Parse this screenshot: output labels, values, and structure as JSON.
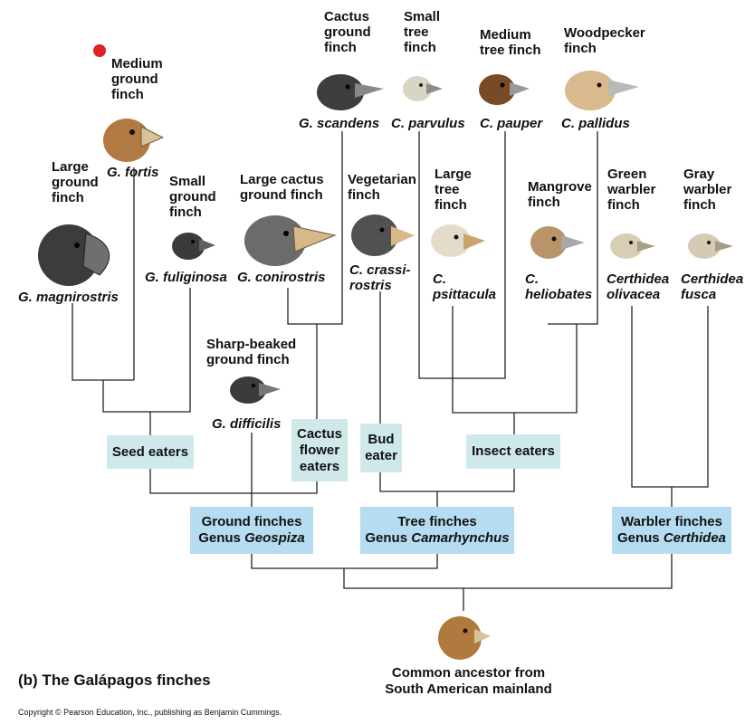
{
  "caption": "(b) The Galápagos finches",
  "copyright": "Copyright © Pearson Education, Inc., publishing as Benjamin Cummings.",
  "ancestor": {
    "line1": "Common ancestor from",
    "line2": "South American mainland"
  },
  "species": {
    "medium_ground": {
      "name": [
        "Medium",
        "ground",
        "finch"
      ],
      "sci": "G. fortis"
    },
    "large_ground": {
      "name": [
        "Large",
        "ground",
        "finch"
      ],
      "sci": "G. magnirostris"
    },
    "small_ground": {
      "name": [
        "Small",
        "ground",
        "finch"
      ],
      "sci": "G. fuliginosa"
    },
    "large_cactus": {
      "name": [
        "Large cactus",
        "ground finch"
      ],
      "sci": "G. conirostris"
    },
    "cactus_ground": {
      "name": [
        "Cactus",
        "ground",
        "finch"
      ],
      "sci": "G. scandens"
    },
    "sharp_beaked": {
      "name": [
        "Sharp-beaked",
        "ground finch"
      ],
      "sci": "G. difficilis"
    },
    "small_tree": {
      "name": [
        "Small",
        "tree",
        "finch"
      ],
      "sci": "C. parvulus"
    },
    "medium_tree": {
      "name": [
        "Medium",
        "tree finch"
      ],
      "sci": "C. pauper"
    },
    "woodpecker": {
      "name": [
        "Woodpecker",
        "finch"
      ],
      "sci": "C. pallidus"
    },
    "vegetarian": {
      "name": [
        "Vegetarian",
        "finch"
      ],
      "sci": [
        "C. crassi-",
        "rostris"
      ]
    },
    "large_tree": {
      "name": [
        "Large",
        "tree",
        "finch"
      ],
      "sci": [
        "C.",
        "psittacula"
      ]
    },
    "mangrove": {
      "name": [
        "Mangrove",
        "finch"
      ],
      "sci": [
        "C.",
        "heliobates"
      ]
    },
    "green_warbler": {
      "name": [
        "Green",
        "warbler",
        "finch"
      ],
      "sci": [
        "Certhidea",
        "olivacea"
      ]
    },
    "gray_warbler": {
      "name": [
        "Gray",
        "warbler",
        "finch"
      ],
      "sci": [
        "Certhidea",
        "fusca"
      ]
    }
  },
  "diets": {
    "seed": "Seed eaters",
    "cactus": [
      "Cactus",
      "flower",
      "eaters"
    ],
    "bud": [
      "Bud",
      "eater"
    ],
    "insect": "Insect eaters"
  },
  "genera": {
    "ground": {
      "line1": "Ground finches",
      "prefix": "Genus ",
      "genus": "Geospiza"
    },
    "tree": {
      "line1": "Tree finches",
      "prefix": "Genus ",
      "genus": "Camarhynchus"
    },
    "warbler": {
      "line1": "Warbler finches",
      "prefix": "Genus ",
      "genus": "Certhidea"
    }
  },
  "colors": {
    "diet_box": "#cfe9ea",
    "genus_box": "#b5dcf1",
    "marker_dot": "#e0202a",
    "lines": "#222222"
  }
}
